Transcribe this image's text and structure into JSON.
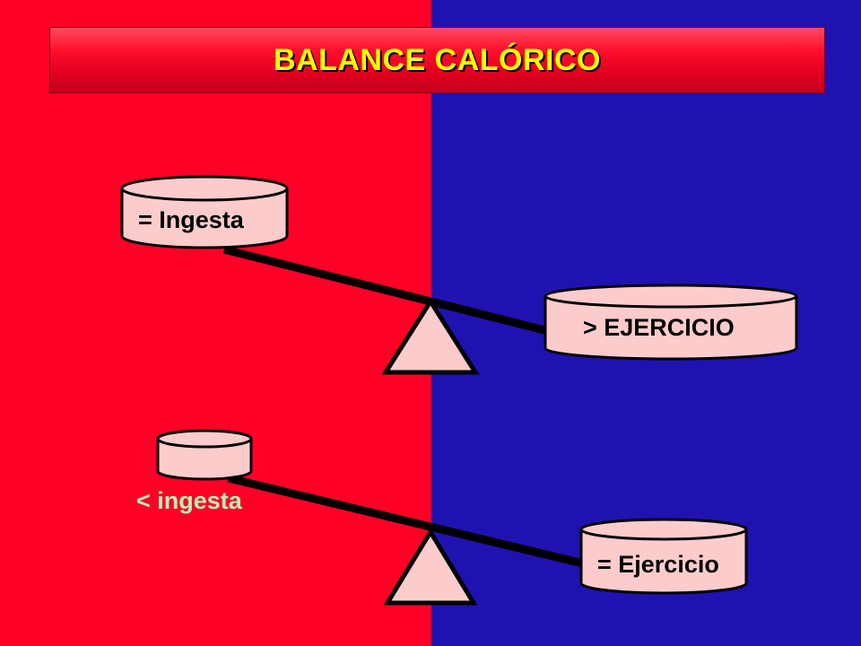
{
  "title": "BALANCE CALÓRICO",
  "colors": {
    "left_background": "#ff0027",
    "right_background": "#2012b0",
    "title_text": "#ffff00",
    "container_fill": "#fccccc",
    "green_label": "#b8f0b8"
  },
  "scale_top": {
    "left_label": "= Ingesta",
    "right_label": "> EJERCICIO"
  },
  "scale_bottom": {
    "left_label": "< ingesta",
    "right_label": "= Ejercicio"
  }
}
